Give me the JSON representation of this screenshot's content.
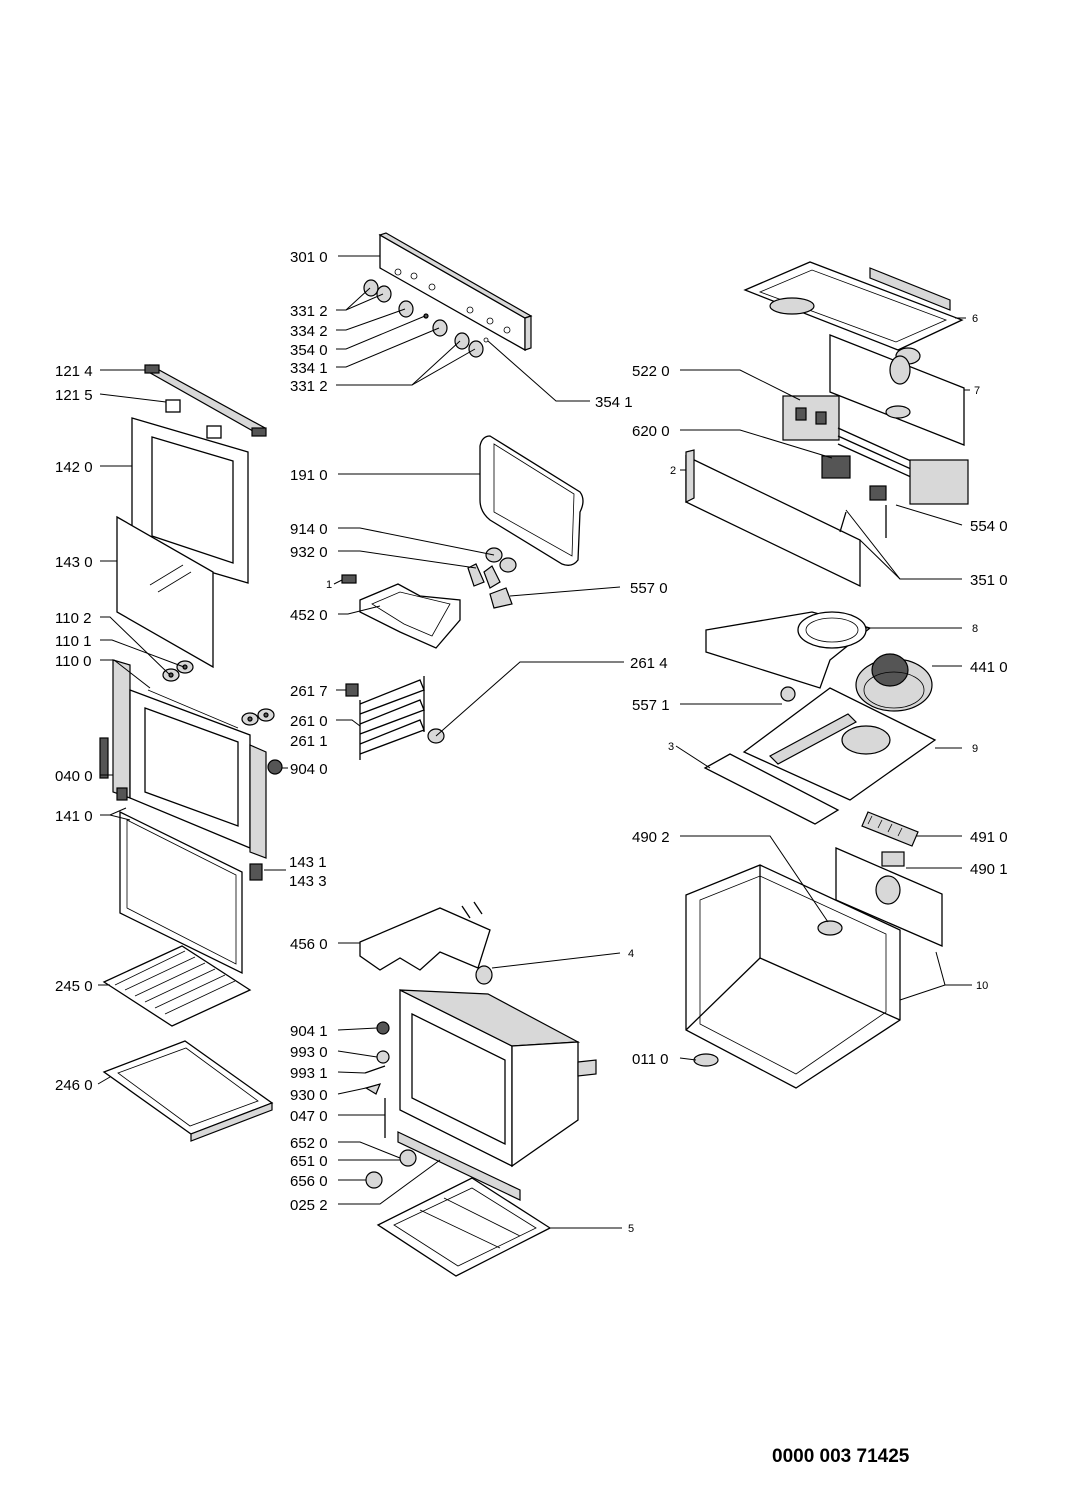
{
  "labels": {
    "l3010": "301 0",
    "l3312a": "331 2",
    "l3342": "334 2",
    "l3540": "354 0",
    "l3341": "334 1",
    "l3312b": "331 2",
    "l3541": "354 1",
    "l1214": "121 4",
    "l1215": "121 5",
    "l1420": "142 0",
    "l1430": "143 0",
    "l1102": "110 2",
    "l1101": "110 1",
    "l1100": "110 0",
    "l0400": "040 0",
    "l1410": "141 0",
    "l1431": "143 1",
    "l1433": "143 3",
    "l2450": "245 0",
    "l2460": "246 0",
    "l1910": "191 0",
    "l9140": "914 0",
    "l9320": "932 0",
    "l1": "1",
    "l4520": "452 0",
    "l5570": "557 0",
    "l2614": "261 4",
    "l2617": "261 7",
    "l2610": "261 0",
    "l2611": "261 1",
    "l9040": "904 0",
    "l4560": "456 0",
    "l4": "4",
    "l9041": "904 1",
    "l9930": "993 0",
    "l9931": "993 1",
    "l9300": "930 0",
    "l0470": "047 0",
    "l6520": "652 0",
    "l6510": "651 0",
    "l6560": "656 0",
    "l0252": "025 2",
    "l5": "5",
    "l6": "6",
    "l7": "7",
    "l5220": "522 0",
    "l6200": "620 0",
    "l2": "2",
    "l5540": "554 0",
    "l3510": "351 0",
    "l8": "8",
    "l4410": "441 0",
    "l5571": "557 1",
    "l3": "3",
    "l9": "9",
    "l4902": "490 2",
    "l4910": "491 0",
    "l4901": "490 1",
    "l10": "10",
    "l0110": "011 0"
  },
  "document_number": "0000 003 71425"
}
